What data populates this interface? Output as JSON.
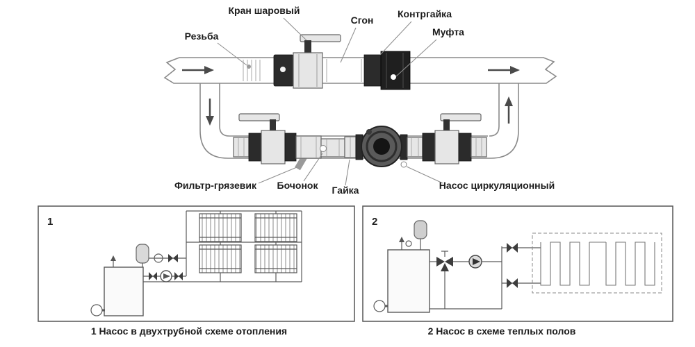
{
  "diagram": {
    "labels": {
      "ball_valve": "Кран шаровый",
      "union_pipe": "Сгон",
      "locknut": "Контргайка",
      "coupling": "Муфта",
      "thread": "Резьба",
      "strainer": "Фильтр-грязевик",
      "barrel_nipple": "Бочонок",
      "nut": "Гайка",
      "circulation_pump": "Насос циркуляционный"
    },
    "schemes": [
      {
        "index": "1",
        "caption": "1 Насос в двухтрубной схеме отопления"
      },
      {
        "index": "2",
        "caption": "2 Насос в схеме теплых полов"
      }
    ],
    "colors": {
      "pipe_stroke": "#8a8a8a",
      "dark_fitting": "#2b2b2b",
      "arrow": "#4a4a4a",
      "label_text": "#1c1c1c",
      "box_stroke": "#555555"
    }
  }
}
